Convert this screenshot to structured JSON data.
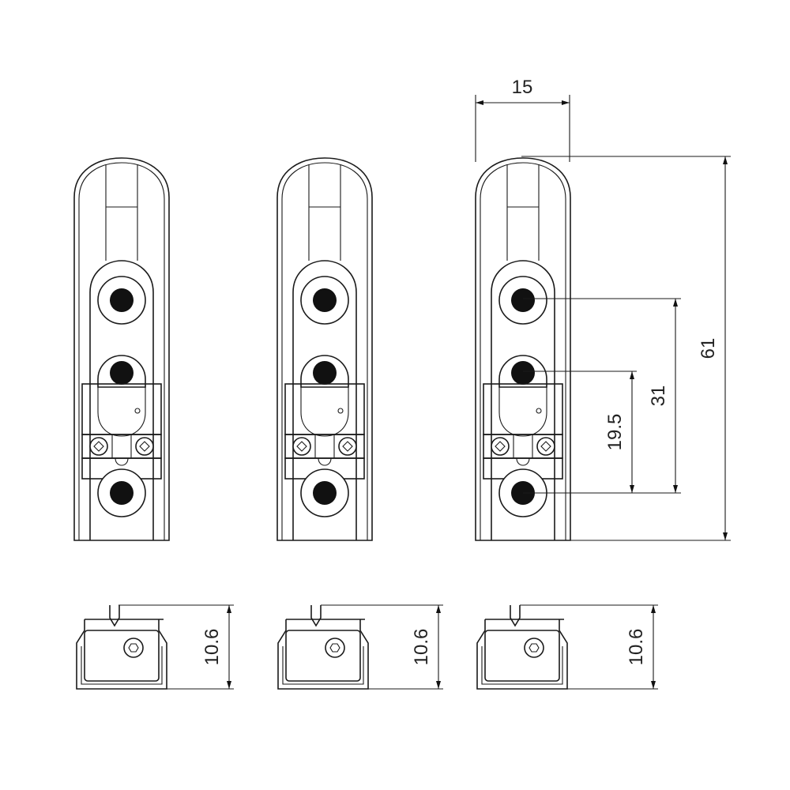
{
  "dimensions": {
    "width": "15",
    "height": "61",
    "slot_spacing": "31",
    "mid_spacing": "19.5",
    "profile_height": "10.6"
  }
}
